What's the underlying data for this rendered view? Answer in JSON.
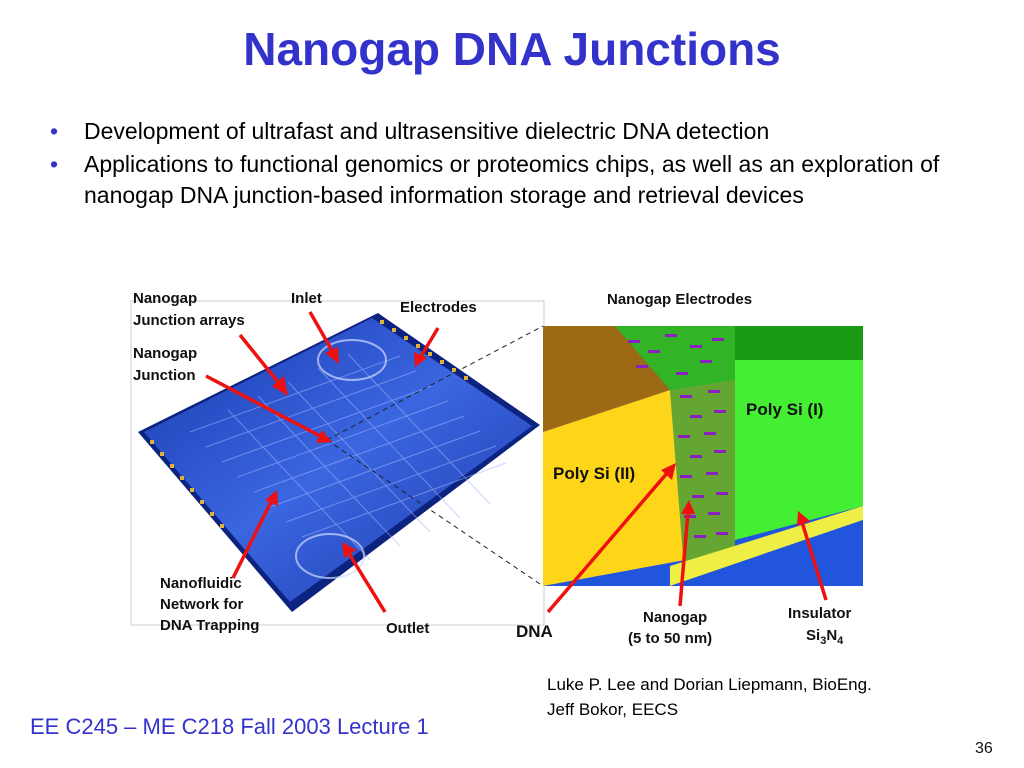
{
  "slide": {
    "title": "Nanogap DNA Junctions",
    "bullets": [
      "Development of ultrafast and ultrasensitive dielectric DNA detection",
      "Applications to functional genomics or proteomics chips, as well as an exploration of nanogap DNA junction-based information storage and retrieval devices"
    ]
  },
  "figure": {
    "labels": {
      "junction_arrays_1": "Nanogap",
      "junction_arrays_2": "Junction arrays",
      "inlet": "Inlet",
      "electrodes": "Electrodes",
      "junction_1": "Nanogap",
      "junction_2": "Junction",
      "nanofluidic_1": "Nanofluidic",
      "nanofluidic_2": "Network for",
      "nanofluidic_3": "DNA Trapping",
      "outlet": "Outlet",
      "dna": "DNA",
      "nanogap_electrodes": "Nanogap Electrodes",
      "poly_si_1": "Poly Si (I)",
      "poly_si_2": "Poly Si (II)",
      "nanogap_1": "Nanogap",
      "nanogap_2": "(5 to 50 nm)",
      "insulator": "Insulator",
      "si3n4_base": "Si",
      "si3n4_sub1": "3",
      "si3n4_mid": "N",
      "si3n4_sub2": "4"
    },
    "colors": {
      "chip": "#2a4fc8",
      "poly_si_1": "#44ee33",
      "poly_si_2": "#ffd51a",
      "brown": "#9c6a14",
      "insulator": "#eeee44",
      "substrate": "#2255dd",
      "arrow": "#ee1111"
    }
  },
  "credit": {
    "line1": "Luke P. Lee and Dorian Liepmann, BioEng.",
    "line2": "Jeff Bokor, EECS"
  },
  "footer": {
    "course": "EE C245 – ME C218 Fall 2003 Lecture 1",
    "page": "36"
  }
}
